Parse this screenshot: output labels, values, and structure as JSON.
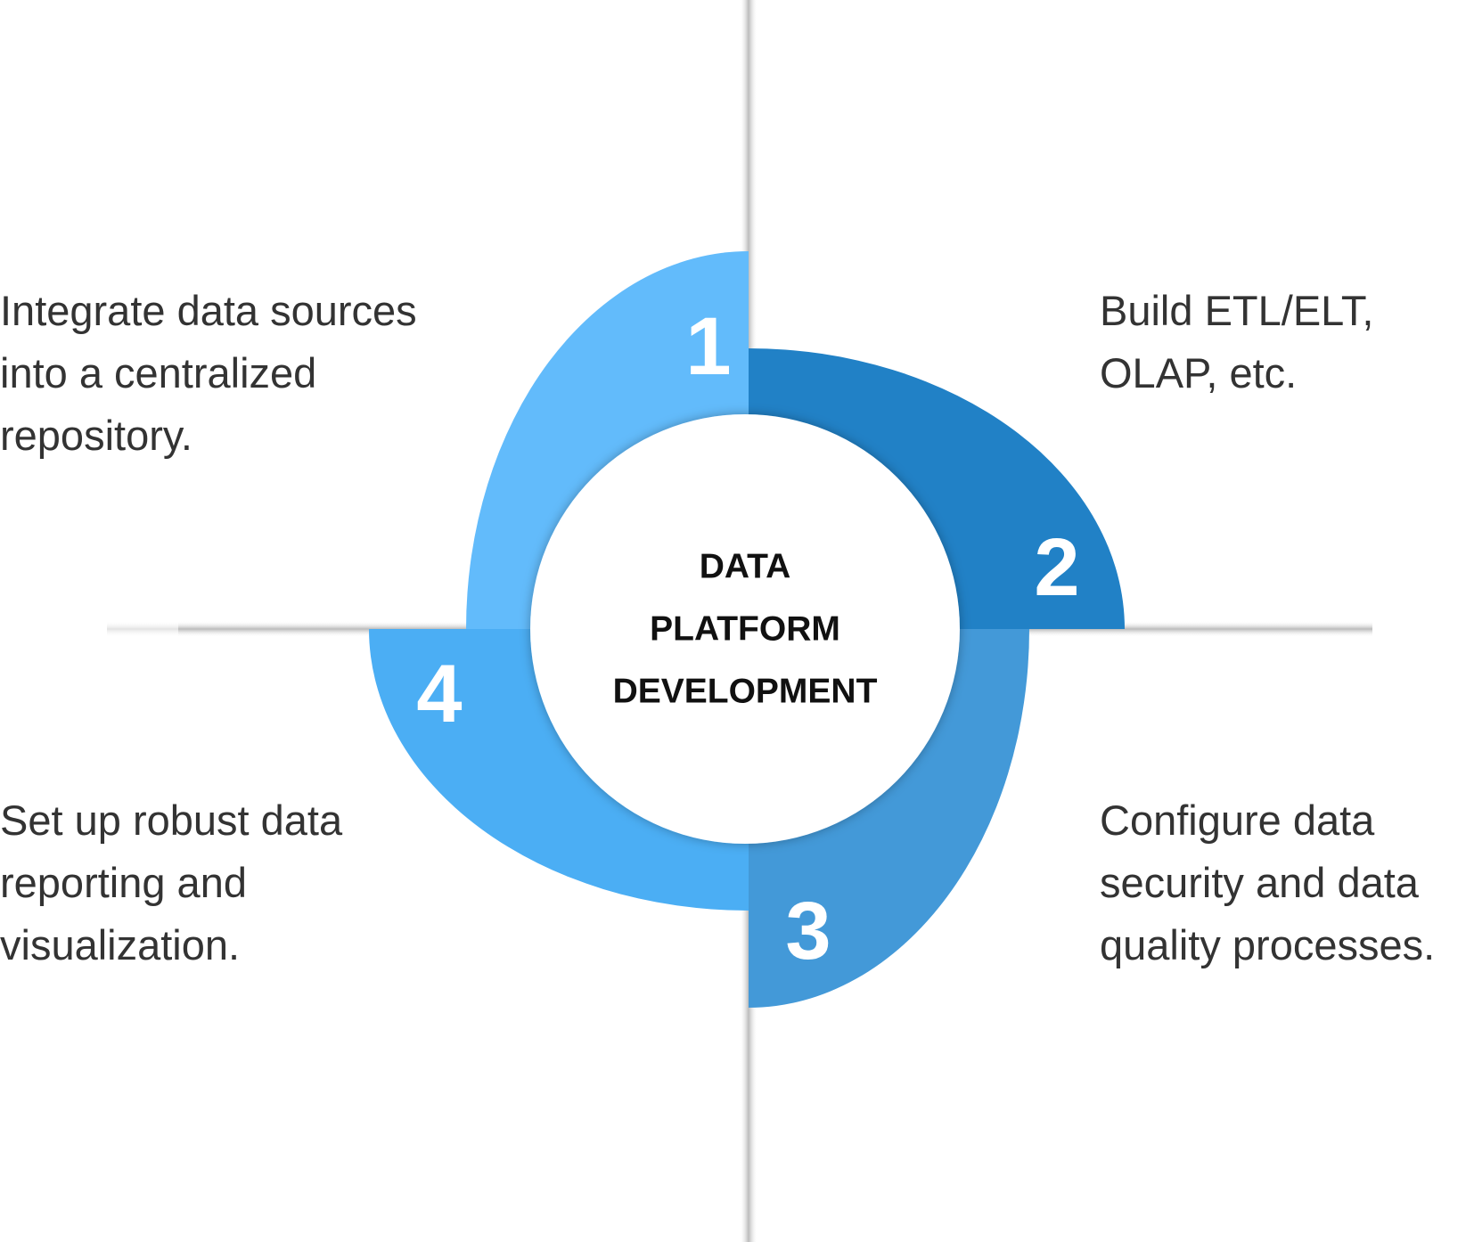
{
  "center": {
    "lines": [
      "DATA",
      "PLATFORM",
      "DEVELOPMENT"
    ]
  },
  "steps": [
    {
      "number": "1",
      "color": "#62BBFB",
      "lines": [
        "Integrate data sources",
        "into a centralized",
        "repository."
      ]
    },
    {
      "number": "2",
      "color": "#2181C6",
      "lines": [
        "Build ETL/ELT,",
        "OLAP, etc."
      ]
    },
    {
      "number": "3",
      "color": "#4399D8",
      "lines": [
        "Configure data",
        "security and data",
        "quality processes."
      ]
    },
    {
      "number": "4",
      "color": "#4BAEF4",
      "lines": [
        "Set up robust data",
        "reporting and",
        "visualization."
      ]
    }
  ]
}
